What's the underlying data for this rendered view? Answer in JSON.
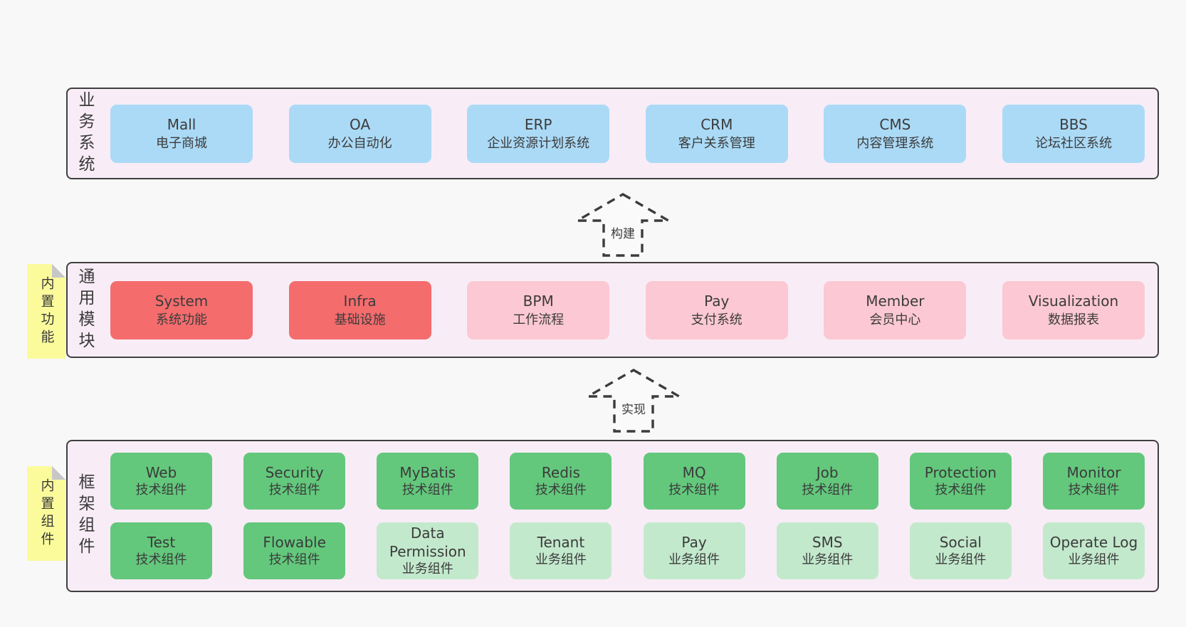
{
  "colors": {
    "panel_bg": "#f8edf6",
    "panel_border": "#3f3f3f",
    "page_bg": "#f8f8f8",
    "blue": "#abdaf6",
    "red": "#f56c6d",
    "pink": "#fcc8d3",
    "green": "#63c87c",
    "green_light": "#c3e9cd",
    "note_yellow": "#fbfb9c",
    "note_fold": "#c7c7c7",
    "text": "#3b3b3b"
  },
  "arrows": [
    {
      "label": "构建"
    },
    {
      "label": "实现"
    }
  ],
  "sections": {
    "business": {
      "label": "业务系统",
      "boxes": [
        {
          "name": "Mall",
          "desc": "电子商城"
        },
        {
          "name": "OA",
          "desc": "办公自动化"
        },
        {
          "name": "ERP",
          "desc": "企业资源计划系统"
        },
        {
          "name": "CRM",
          "desc": "客户关系管理"
        },
        {
          "name": "CMS",
          "desc": "内容管理系统"
        },
        {
          "name": "BBS",
          "desc": "论坛社区系统"
        }
      ]
    },
    "common": {
      "label": "通用模块",
      "tag": "内置功能",
      "boxes": [
        {
          "name": "System",
          "desc": "系统功能"
        },
        {
          "name": "Infra",
          "desc": "基础设施"
        },
        {
          "name": "BPM",
          "desc": "工作流程"
        },
        {
          "name": "Pay",
          "desc": "支付系统"
        },
        {
          "name": "Member",
          "desc": "会员中心"
        },
        {
          "name": "Visualization",
          "desc": "数据报表"
        }
      ]
    },
    "framework": {
      "label": "框架组件",
      "tag": "内置组件",
      "rows": [
        [
          {
            "name": "Web",
            "desc": "技术组件"
          },
          {
            "name": "Security",
            "desc": "技术组件"
          },
          {
            "name": "MyBatis",
            "desc": "技术组件"
          },
          {
            "name": "Redis",
            "desc": "技术组件"
          },
          {
            "name": "MQ",
            "desc": "技术组件"
          },
          {
            "name": "Job",
            "desc": "技术组件"
          },
          {
            "name": "Protection",
            "desc": "技术组件"
          },
          {
            "name": "Monitor",
            "desc": "技术组件"
          }
        ],
        [
          {
            "name": "Test",
            "desc": "技术组件"
          },
          {
            "name": "Flowable",
            "desc": "技术组件"
          },
          {
            "name": "Data Permission",
            "desc": "业务组件"
          },
          {
            "name": "Tenant",
            "desc": "业务组件"
          },
          {
            "name": "Pay",
            "desc": "业务组件"
          },
          {
            "name": "SMS",
            "desc": "业务组件"
          },
          {
            "name": "Social",
            "desc": "业务组件"
          },
          {
            "name": "Operate Log",
            "desc": "业务组件"
          }
        ]
      ]
    }
  }
}
